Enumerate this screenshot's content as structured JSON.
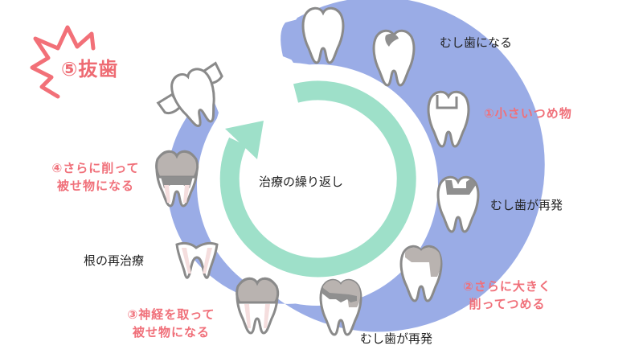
{
  "diagram": {
    "title": "⑤抜歯",
    "center_label": "治療の繰り返し",
    "colors": {
      "ring": "#9aace6",
      "cycle_arrow": "#9ee0c9",
      "accent_pink": "#f0707a",
      "tooth_outline": "#8a8a8a",
      "filling": "#b9b3b0",
      "decay": "#8f8f8f",
      "root_canal": "#f5dede"
    },
    "stages": [
      {
        "id": "healthy",
        "label": ""
      },
      {
        "id": "cavity",
        "label": "むし歯になる",
        "style": "black"
      },
      {
        "id": "small-filling",
        "label": "①小さいつめ物",
        "style": "pink"
      },
      {
        "id": "recurrence-1",
        "label": "むし歯が再発",
        "style": "black"
      },
      {
        "id": "larger-filling",
        "label_line1": "②さらに大きく",
        "label_line2": "削ってつめる",
        "style": "pink"
      },
      {
        "id": "recurrence-2",
        "label": "むし歯が再発",
        "style": "black"
      },
      {
        "id": "root-canal-crown",
        "label_line1": "③神経を取って",
        "label_line2": "被せ物になる",
        "style": "pink"
      },
      {
        "id": "root-retreatment",
        "label": "根の再治療",
        "style": "black"
      },
      {
        "id": "further-crown",
        "label_line1": "④さらに削って",
        "label_line2": "被せ物になる",
        "style": "pink"
      },
      {
        "id": "extraction",
        "label": "⑤抜歯",
        "style": "pink"
      }
    ]
  }
}
